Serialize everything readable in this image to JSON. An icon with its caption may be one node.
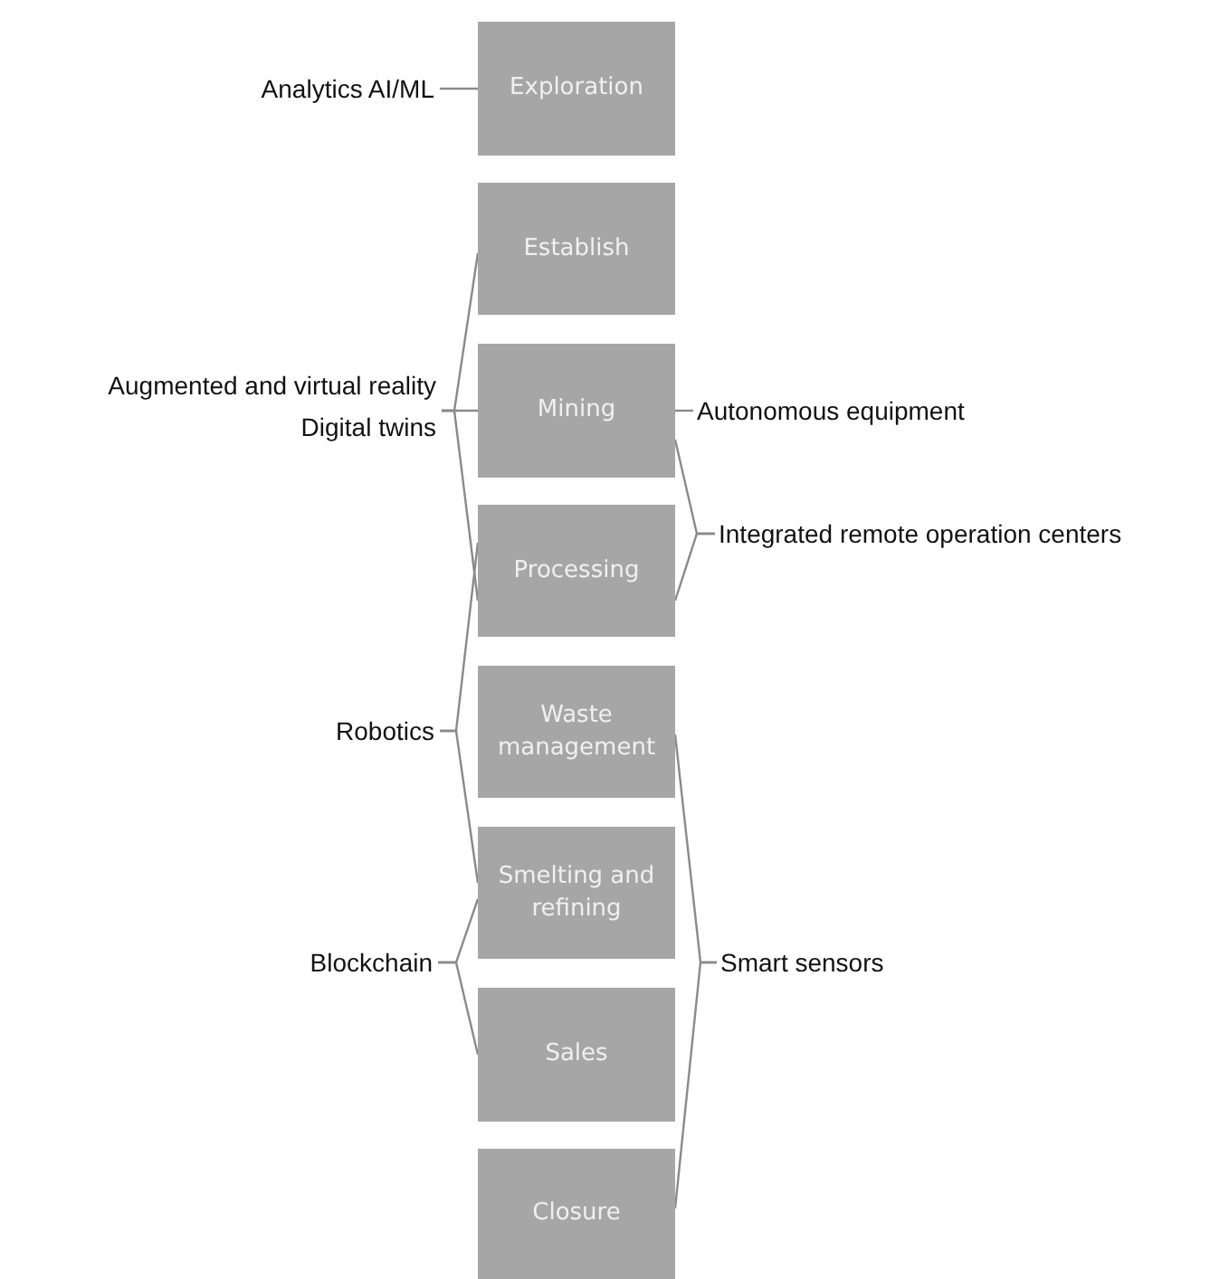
{
  "diagram": {
    "nodes": [
      {
        "text": [
          "Exploration"
        ]
      },
      {
        "text": [
          "Establish"
        ]
      },
      {
        "text": [
          "Mining"
        ]
      },
      {
        "text": [
          "Processing"
        ]
      },
      {
        "text": [
          "Waste management"
        ]
      },
      {
        "text": [
          "Smelting and refining"
        ]
      },
      {
        "text": [
          "Sales"
        ]
      },
      {
        "text": [
          "Closure"
        ]
      },
      {
        "text": [
          "Analytics AI/ML"
        ]
      },
      {
        "text": [
          "Augmented and virtual reality",
          "Digital twins"
        ]
      },
      {
        "text": [
          "Autonomous equipment"
        ]
      },
      {
        "text": [
          "Integrated remote operation centers"
        ]
      },
      {
        "text": [
          "Robotics"
        ]
      },
      {
        "text": [
          "Blockchain"
        ]
      },
      {
        "text": [
          "Smart sensors"
        ]
      }
    ],
    "edges": [
      {
        "from": 8,
        "to": 0,
        "arrow": "none"
      },
      {
        "from": 9,
        "to": 1,
        "arrow": "none"
      },
      {
        "from": 9,
        "to": 2,
        "arrow": "none"
      },
      {
        "from": 9,
        "to": 3,
        "arrow": "none"
      },
      {
        "from": 10,
        "to": 2,
        "arrow": "none"
      },
      {
        "from": 11,
        "to": 2,
        "arrow": "none"
      },
      {
        "from": 11,
        "to": 3,
        "arrow": "none"
      },
      {
        "from": 12,
        "to": 3,
        "arrow": "none"
      },
      {
        "from": 12,
        "to": 5,
        "arrow": "none"
      },
      {
        "from": 13,
        "to": 5,
        "arrow": "none"
      },
      {
        "from": 13,
        "to": 6,
        "arrow": "none"
      },
      {
        "from": 14,
        "to": 4,
        "arrow": "none"
      },
      {
        "from": 14,
        "to": 7,
        "arrow": "none"
      }
    ]
  }
}
